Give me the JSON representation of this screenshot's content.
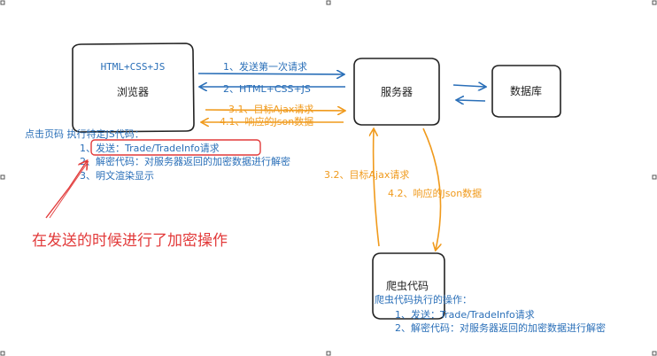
{
  "boxes": {
    "browser": {
      "tech": "HTML+CSS+JS",
      "label": "浏览器"
    },
    "server": {
      "label": "服务器"
    },
    "database": {
      "label": "数据库"
    },
    "crawler": {
      "label": "爬虫代码"
    }
  },
  "arrows": {
    "request_first": "1、发送第一次请求",
    "html_css_js": "2、HTML+CSS+JS",
    "ajax_target": "3.1、目标Ajax请求",
    "json_response": "4.1、响应的Json数据",
    "crawler_ajax": "3.2、目标Ajax请求",
    "crawler_json": "4.2、响应的Json数据"
  },
  "browser_steps": {
    "header": "点击页码 执行特定JS代码：",
    "steps": [
      "1、发送：Trade/TradeInfo请求",
      "2、解密代码：对服务器返回的加密数据进行解密",
      "3、明文渲染显示"
    ]
  },
  "annotation": "在发送的时候进行了加密操作",
  "crawler_steps": {
    "header": "爬虫代码执行的操作：",
    "steps": [
      "1、发送：Trade/TradeInfo请求",
      "2、解密代码：对服务器返回的加密数据进行解密"
    ]
  },
  "colors": {
    "box_stroke": "#222222",
    "blue": "#2a6fb8",
    "orange": "#f09a1c",
    "red": "#e23a3a"
  }
}
